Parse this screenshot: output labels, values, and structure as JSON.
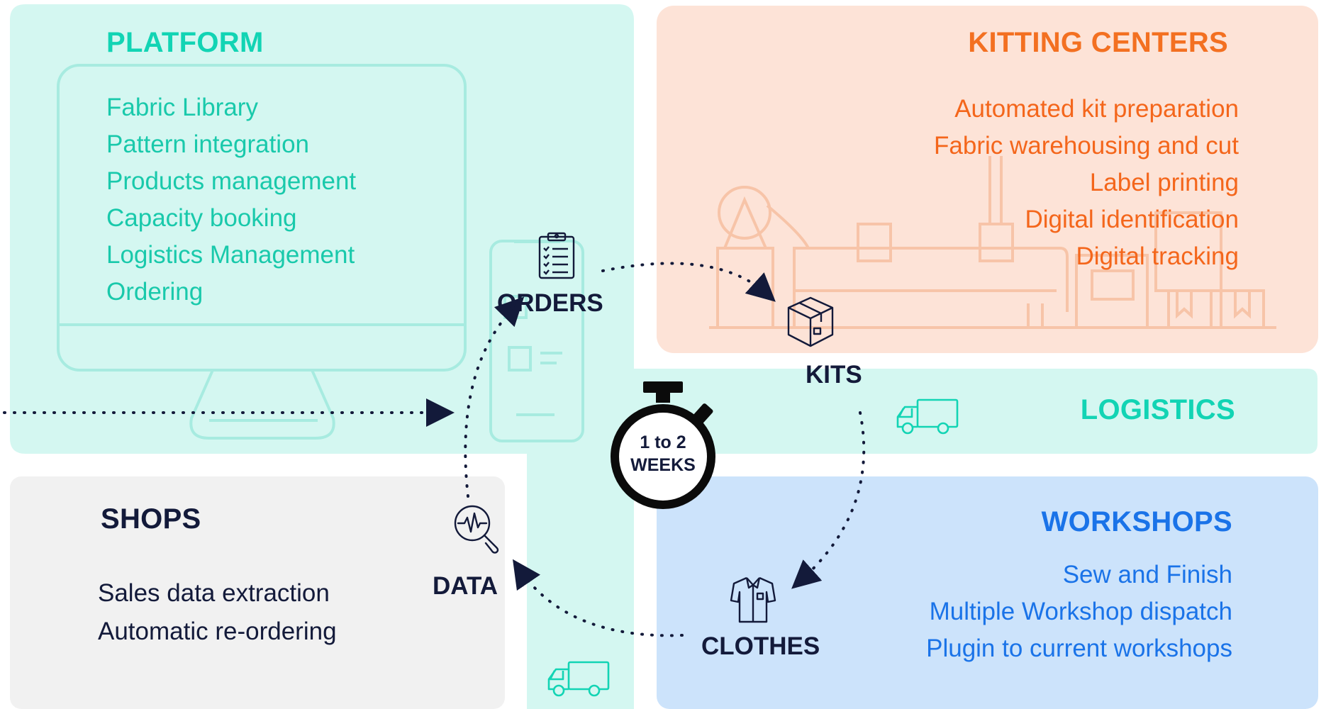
{
  "platform": {
    "title": "PLATFORM",
    "items": [
      "Fabric Library",
      "Pattern integration",
      "Products management",
      "Capacity booking",
      "Logistics Management",
      "Ordering"
    ]
  },
  "kitting": {
    "title": "KITTING CENTERS",
    "items": [
      "Automated kit preparation",
      "Fabric warehousing and cut",
      "Label printing",
      "Digital identification",
      "Digital tracking"
    ]
  },
  "logistics": {
    "title": "LOGISTICS"
  },
  "workshops": {
    "title": "WORKSHOPS",
    "items": [
      "Sew and Finish",
      "Multiple Workshop dispatch",
      "Plugin to current workshops"
    ]
  },
  "shops": {
    "title": "SHOPS",
    "items": [
      "Sales data extraction",
      "Automatic re-ordering"
    ]
  },
  "nodes": {
    "orders": "ORDERS",
    "kits": "KITS",
    "clothes": "CLOTHES",
    "data": "DATA"
  },
  "timer": {
    "line1": "1 to 2",
    "line2": "WEEKS"
  },
  "icons": {
    "orders": "clipboard-checklist-icon",
    "kits": "box-icon",
    "clothes": "shirt-icon",
    "data": "analytics-magnifier-icon",
    "logistics": "truck-icon",
    "timer": "stopwatch-icon"
  },
  "colors": {
    "platform_bg": "#d4f7f1",
    "kitting_bg": "#fde3d7",
    "workshops_bg": "#cce3fb",
    "shops_bg": "#f1f1f1",
    "teal": "#12d4b4",
    "orange": "#f37021",
    "blue": "#1a73e8",
    "navy": "#131a3a"
  }
}
